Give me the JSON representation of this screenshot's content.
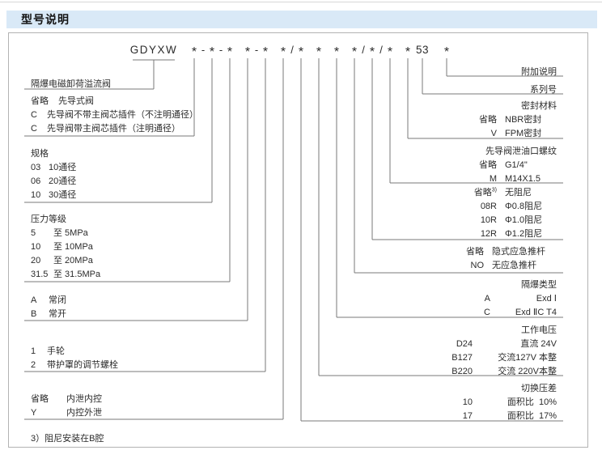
{
  "page": {
    "section_title": "型号说明",
    "footnote": "3）阻尼安装在B腔"
  },
  "model_code": {
    "glyphs": [
      "GDYXW",
      "*",
      "-",
      "*",
      "-",
      "*",
      "*",
      "-",
      "*",
      "*",
      "/",
      "*",
      "*",
      "*",
      "*",
      "/",
      "*",
      "/",
      "*",
      "*",
      "53",
      "*"
    ]
  },
  "left_groups": [
    {
      "heading": "隔爆电磁卸荷溢流阀",
      "rows": []
    },
    {
      "heading": null,
      "rows": [
        {
          "code": "省略",
          "desc": "先导式阀"
        },
        {
          "code": "C",
          "desc": "先导阀不带主阀芯插件（不注明通径）"
        },
        {
          "code": "C",
          "desc": "先导阀带主阀芯插件（注明通径）"
        }
      ]
    },
    {
      "heading": "规格",
      "rows": [
        {
          "code": "03",
          "desc": "10通径"
        },
        {
          "code": "06",
          "desc": "20通径"
        },
        {
          "code": "10",
          "desc": "30通径"
        }
      ]
    },
    {
      "heading": "压力等级",
      "rows": [
        {
          "code": "5",
          "desc": "至 5MPa"
        },
        {
          "code": "10",
          "desc": "至 10MPa"
        },
        {
          "code": "20",
          "desc": "至 20MPa"
        },
        {
          "code": "31.5",
          "desc": "至 31.5MPa"
        }
      ]
    },
    {
      "heading": null,
      "rows": [
        {
          "code": "A",
          "desc": "常闭"
        },
        {
          "code": "B",
          "desc": "常开"
        }
      ]
    },
    {
      "heading": null,
      "rows": [
        {
          "code": "1",
          "desc": "手轮"
        },
        {
          "code": "2",
          "desc": "带护罩的调节螺栓"
        }
      ]
    },
    {
      "heading": null,
      "rows": [
        {
          "code": "省略",
          "desc": "内泄内控"
        },
        {
          "code": "Y",
          "desc": "内控外泄"
        }
      ]
    }
  ],
  "right_groups": [
    {
      "heading": "附加说明",
      "rows": []
    },
    {
      "heading": "系列号",
      "rows": []
    },
    {
      "heading": "密封材料",
      "rows": [
        {
          "code": "省略",
          "desc": "NBR密封"
        },
        {
          "code": "V",
          "desc": "FPM密封"
        }
      ]
    },
    {
      "heading": "先导阀泄油口螺纹",
      "rows": [
        {
          "code": "省略",
          "desc": "G1/4\""
        },
        {
          "code": "M",
          "desc": "M14X1.5"
        }
      ]
    },
    {
      "heading": null,
      "rows": [
        {
          "code": "省略",
          "code_sup": "3)",
          "desc": "无阻尼"
        },
        {
          "code": "08R",
          "desc": "Φ0.8阻尼"
        },
        {
          "code": "10R",
          "desc": "Φ1.0阻尼"
        },
        {
          "code": "12R",
          "desc": "Φ1.2阻尼"
        }
      ]
    },
    {
      "heading": null,
      "rows": [
        {
          "code": "省略",
          "desc": "隐式应急推杆"
        },
        {
          "code": "NO",
          "desc": "无应急推杆"
        }
      ]
    },
    {
      "heading": "隔爆类型",
      "rows": [
        {
          "code": "A",
          "desc": "Exd Ⅰ"
        },
        {
          "code": "C",
          "desc": "Exd ⅡC T4"
        }
      ]
    },
    {
      "heading": "工作电压",
      "rows": [
        {
          "code": "D24",
          "desc": "直流 24V"
        },
        {
          "code": "B127",
          "desc": "交流127V 本整"
        },
        {
          "code": "B220",
          "desc": "交流 220V本整"
        }
      ]
    },
    {
      "heading": "切换压差",
      "rows": [
        {
          "code": "10",
          "desc": "面积比  10%"
        },
        {
          "code": "17",
          "desc": "面积比  17%"
        }
      ]
    }
  ]
}
